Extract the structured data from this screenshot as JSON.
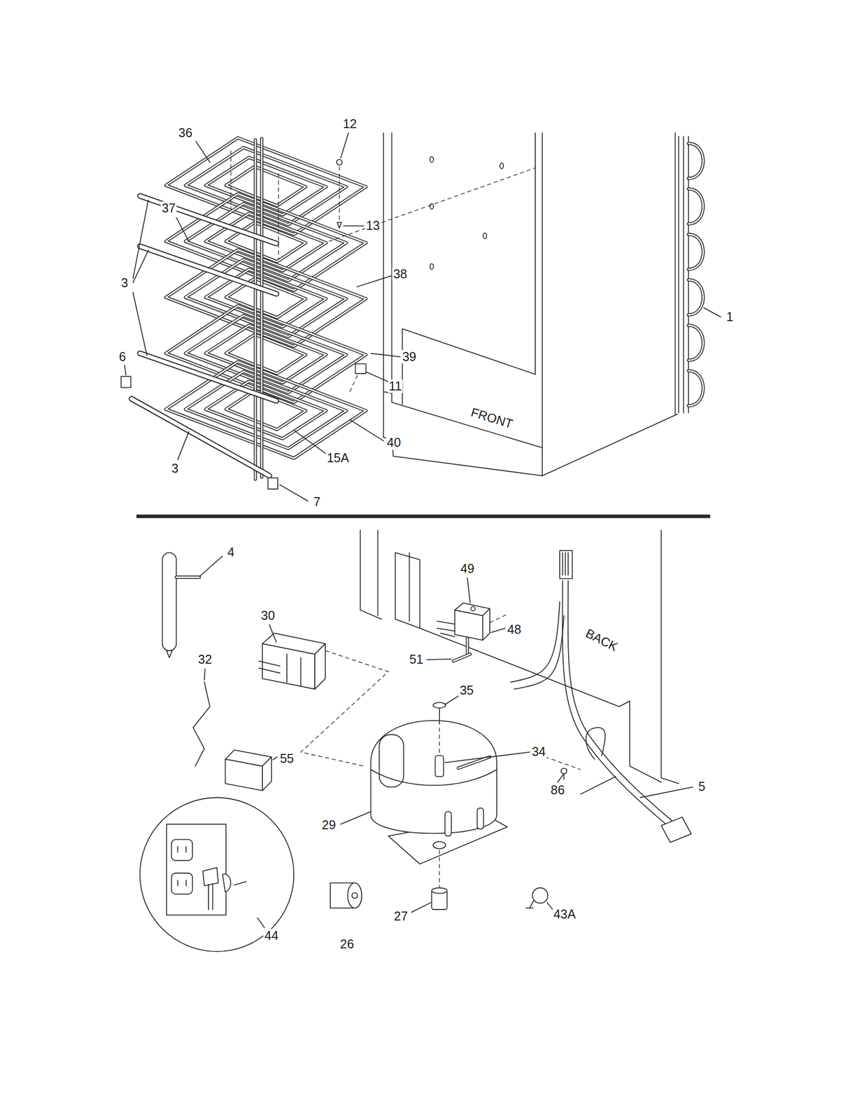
{
  "diagram": {
    "labels": [
      "36",
      "12",
      "13",
      "37",
      "38",
      "3",
      "39",
      "6",
      "11",
      "1",
      "40",
      "15A",
      "3",
      "7",
      "FRONT",
      "4",
      "49",
      "30",
      "48",
      "BACK",
      "32",
      "51",
      "35",
      "34",
      "55",
      "86",
      "5",
      "29",
      "27",
      "43A",
      "44",
      "26"
    ]
  }
}
